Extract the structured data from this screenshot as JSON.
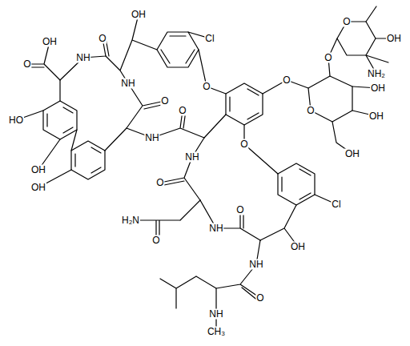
{
  "diagram": {
    "labels": [
      "O",
      "OH",
      "Cl",
      "O",
      "OH",
      "OH",
      "NH",
      "O",
      "O",
      "NH₂",
      "O",
      "NH",
      "O",
      "OH",
      "O",
      "O",
      "O",
      "OH",
      "HO",
      "NH",
      "O",
      "OH",
      "NH",
      "OH",
      "O",
      "OH",
      "Cl",
      "O",
      "H₂N",
      "NH",
      "O",
      "OH",
      "NH",
      "O",
      "NH",
      "CH₃"
    ]
  }
}
